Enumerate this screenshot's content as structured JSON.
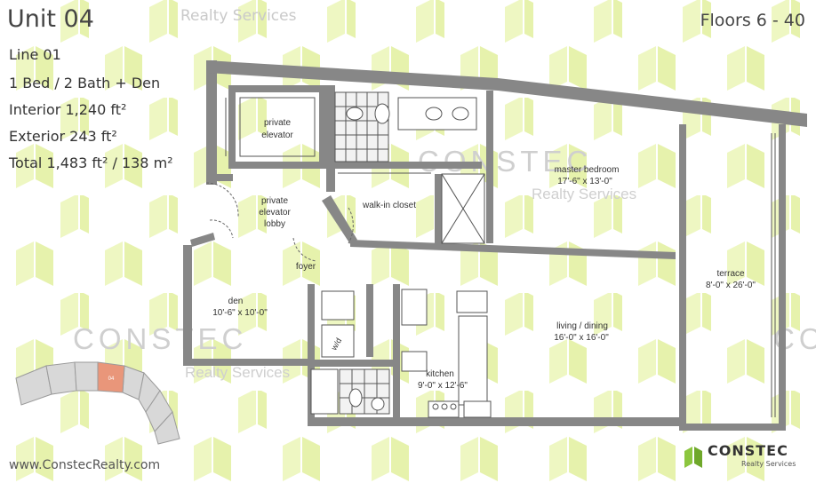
{
  "unit": {
    "title": "Unit 04",
    "floors": "Floors 6 - 40",
    "line": "Line 01",
    "layout": "1 Bed / 2 Bath + Den",
    "interior": "Interior 1,240 ft²",
    "exterior": "Exterior 243 ft²",
    "total": "Total 1,483 ft² / 138 m²"
  },
  "rooms": {
    "private_elevator": [
      "private",
      "elevator"
    ],
    "private_elevator_lobby": [
      "private",
      "elevator",
      "lobby"
    ],
    "walk_in_closet": "walk-in closet",
    "master_bedroom": {
      "name": "master bedroom",
      "size": "17'-6\" x 13'-0\""
    },
    "foyer": "foyer",
    "den": {
      "name": "den",
      "size": "10'-6\" x 10'-0\""
    },
    "terrace": {
      "name": "terrace",
      "size": "8'-0\" x 26'-0\""
    },
    "living_dining": {
      "name": "living / dining",
      "size": "16'-0\" x 16'-0\""
    },
    "kitchen": {
      "name": "kitchen",
      "size": "9'-0\" x 12'-6\""
    },
    "washer_dryer": "w/d"
  },
  "keyplan": {
    "highlight_label": "04",
    "highlight_color": "#e9967a"
  },
  "watermark": {
    "name": "CONSTEC",
    "sub": "Realty Services"
  },
  "footer": {
    "website": "www.ConstecRealty.com",
    "logo_name": "CONSTEC",
    "logo_sub": "Realty Services"
  },
  "colors": {
    "wall": "#878787",
    "pattern": "#eef7c2",
    "logo_green": "#8cc63f"
  }
}
